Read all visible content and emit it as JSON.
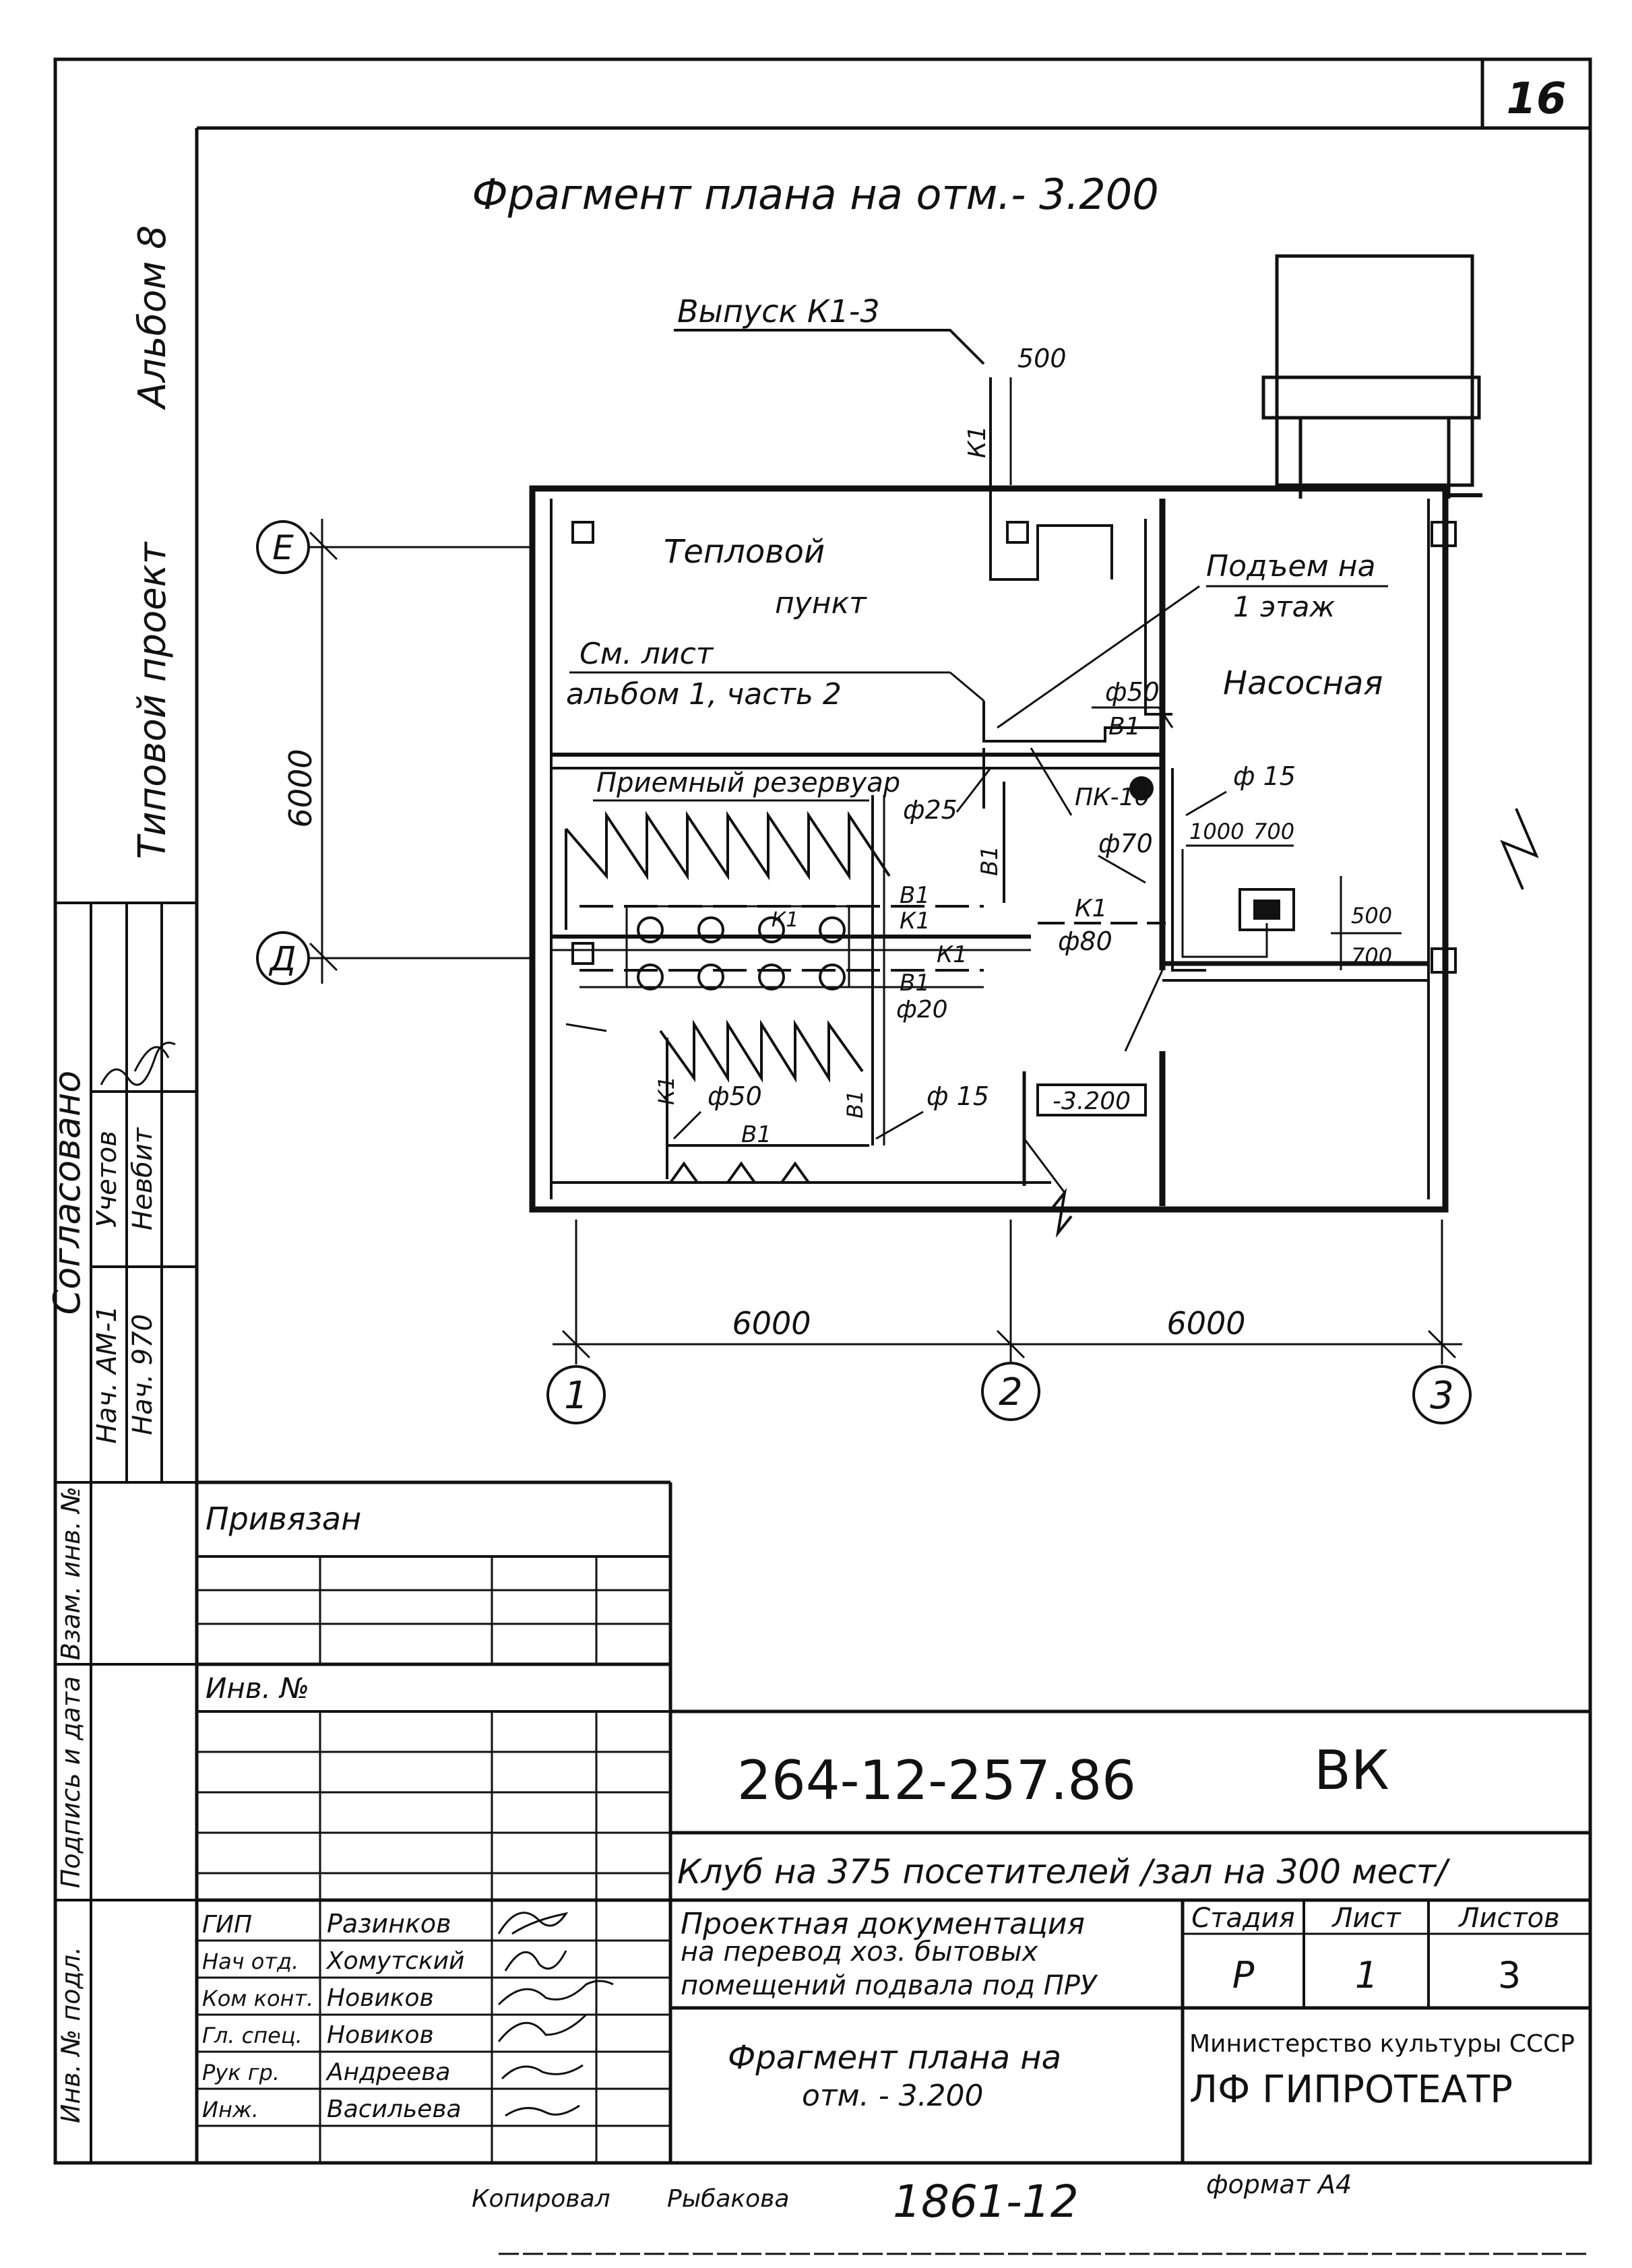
{
  "sheet_number": "16",
  "plan_title": "Фрагмент плана на отм.- 3.200",
  "side_labels": {
    "album": "Альбом 8",
    "project_type": "Типовой проект",
    "agreed": "Согласовано",
    "nach_am": "Нач. АМ-1",
    "nach_970": "Нач. 970",
    "uchetov": "Учетов",
    "nevbit": "Невбит",
    "vzam_inv": "Взам. инв. №",
    "podpis_data": "Подпись и дата",
    "inv_podl": "Инв. № подл."
  },
  "plan": {
    "outlet_label": "Выпуск К1-3",
    "dim_500_top": "500",
    "k1_vertical": "К1",
    "room_teplovoy": "Тепловой",
    "room_punkt": "пункт",
    "room_nasosnaya": "Насосная",
    "podem_1": "Подъем на",
    "podem_2": "1 этаж",
    "see_sheet_1": "См. лист",
    "see_sheet_2": "альбом 1, часть 2",
    "reservoir": "Приемный резервуар",
    "d50_top": "ф50",
    "b1_top": "В1",
    "pk10": "ПК-10",
    "d15_right": "ф 15",
    "d25": "ф25",
    "b1_vert": "В1",
    "d70": "ф70",
    "dim_1000": "1000",
    "dim_700_top": "700",
    "dim_500_right": "500",
    "dim_700_right": "700",
    "k1_mid": "К1",
    "d80": "ф80",
    "b1_a": "В1",
    "k1_a": "К1",
    "k1_b": "К1",
    "b1_b": "В1",
    "d20": "ф20",
    "k1_inner": "К1",
    "d50_bottom": "ф50",
    "k1_left": "К1",
    "b1_right_lower": "В1",
    "d15_bottom": "ф 15",
    "b1_bottom": "В1",
    "level": "-3.200",
    "axis_E": "Е",
    "axis_D": "Д",
    "axis_1": "1",
    "axis_2": "2",
    "axis_3": "3",
    "dim_6000_vert": "6000",
    "dim_6000_left": "6000",
    "dim_6000_right": "6000"
  },
  "stamp": {
    "privyazan": "Привязан",
    "inv_no": "Инв. №",
    "code": "264-12-257.86",
    "mark": "ВК",
    "club": "Клуб на 375 посетителей /зал на 300 мест/",
    "doc_line1": "Проектная документация",
    "doc_line2": "на перевод хоз. бытовых",
    "doc_line3": "помещений подвала под ПРУ",
    "stage_hdr": "Стадия",
    "sheet_hdr": "Лист",
    "sheets_hdr": "Листов",
    "stage_val": "Р",
    "sheet_val": "1",
    "sheets_val": "3",
    "frag_line1": "Фрагмент плана на",
    "frag_line2": "отм. - 3.200",
    "ministry": "Министерство культуры СССР",
    "org": "ЛФ ГИПРОТЕАТР",
    "people": [
      {
        "role": "ГИП",
        "name": "Разинков"
      },
      {
        "role": "Нач отд.",
        "name": "Хомутский"
      },
      {
        "role": "Ком конт.",
        "name": "Новиков"
      },
      {
        "role": "Гл. спец.",
        "name": "Новиков"
      },
      {
        "role": "Рук гр.",
        "name": "Андреева"
      },
      {
        "role": "Инж.",
        "name": "Васильева"
      }
    ]
  },
  "footer": {
    "copied": "Копировал",
    "copier": "Рыбакова",
    "number": "1861-12",
    "format": "формат А4"
  }
}
